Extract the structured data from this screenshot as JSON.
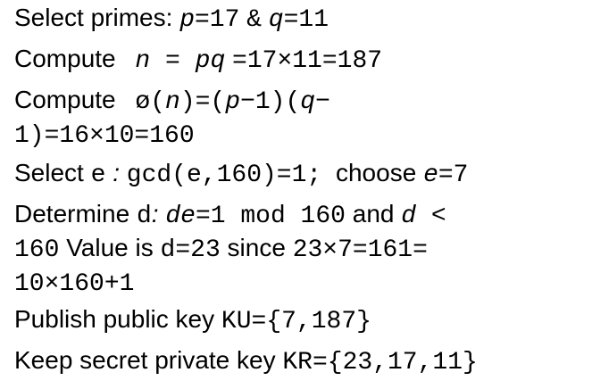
{
  "steps": {
    "s1": {
      "label": "Select primes:",
      "p": "p",
      "eq1": "=17",
      "amp": "&",
      "q": "q",
      "eq2": "=11"
    },
    "s2": {
      "label": "Compute",
      "n": "n",
      "eq": " = ",
      "pq": "pq",
      "rest": "=17×11=187"
    },
    "s3": {
      "label": "Compute",
      "phi": "ø(",
      "n": "n",
      "mid": ")=(",
      "p": "p",
      "m1": "−1)(",
      "q": "q",
      "dash": "−",
      "l2": "1)=16×10=160"
    },
    "s4": {
      "label": "Select",
      "e": "e",
      "colon": ":",
      "gcd": "gcd(e,160)=1;",
      "choose": "choose",
      "ev": "e",
      "eq7": "=7"
    },
    "s5": {
      "label": "Determine",
      "d": "d",
      "colon": ":",
      "de": "de",
      "mod": "=1 mod 160",
      "and": "and",
      "dd": "d",
      "lt": " <",
      "l2a": "160",
      "value": "Value is",
      "d23": "d=23",
      "since": "since",
      "calc": "23×7=161=",
      "l3": "10×160+1"
    },
    "s6": {
      "label": "Publish public key",
      "key": "KU={7,187}"
    },
    "s7": {
      "label": "Keep secret private key",
      "key": "KR={23,17,11}"
    }
  }
}
